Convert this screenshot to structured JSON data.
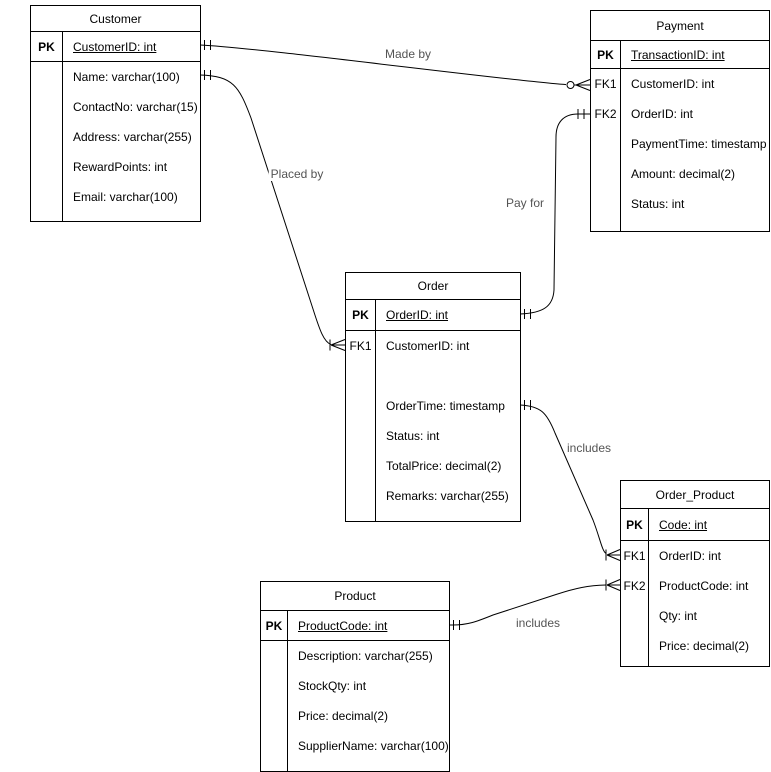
{
  "colors": {
    "background": "#ffffff",
    "entity_border": "#000000",
    "entity_fill": "#ffffff",
    "entity_text": "#000000",
    "edge_line": "#000000",
    "edge_label_text": "#545454"
  },
  "entities": {
    "customer": {
      "title": "Customer",
      "rows": [
        {
          "key": "PK",
          "label": "CustomerID: int"
        },
        {
          "key": "",
          "label": "Name: varchar(100)"
        },
        {
          "key": "",
          "label": "ContactNo: varchar(15)"
        },
        {
          "key": "",
          "label": "Address: varchar(255)"
        },
        {
          "key": "",
          "label": "RewardPoints: int"
        },
        {
          "key": "",
          "label": "Email: varchar(100)"
        }
      ]
    },
    "payment": {
      "title": "Payment",
      "rows": [
        {
          "key": "PK",
          "label": "TransactionID: int"
        },
        {
          "key": "FK1",
          "label": "CustomerID: int"
        },
        {
          "key": "FK2",
          "label": "OrderID: int"
        },
        {
          "key": "",
          "label": "PaymentTime: timestamp"
        },
        {
          "key": "",
          "label": "Amount: decimal(2)"
        },
        {
          "key": "",
          "label": "Status: int"
        }
      ]
    },
    "order": {
      "title": "Order",
      "rows": [
        {
          "key": "PK",
          "label": "OrderID: int"
        },
        {
          "key": "FK1",
          "label": "CustomerID: int"
        },
        {
          "key": "",
          "label": ""
        },
        {
          "key": "",
          "label": "OrderTime: timestamp"
        },
        {
          "key": "",
          "label": "Status: int"
        },
        {
          "key": "",
          "label": "TotalPrice: decimal(2)"
        },
        {
          "key": "",
          "label": "Remarks: varchar(255)"
        }
      ]
    },
    "order_product": {
      "title": "Order_Product",
      "rows": [
        {
          "key": "PK",
          "label": "Code: int"
        },
        {
          "key": "FK1",
          "label": "OrderID: int"
        },
        {
          "key": "FK2",
          "label": "ProductCode: int"
        },
        {
          "key": "",
          "label": "Qty: int"
        },
        {
          "key": "",
          "label": "Price: decimal(2)"
        }
      ]
    },
    "product": {
      "title": "Product",
      "rows": [
        {
          "key": "PK",
          "label": "ProductCode: int"
        },
        {
          "key": "",
          "label": "Description: varchar(255)"
        },
        {
          "key": "",
          "label": "StockQty: int"
        },
        {
          "key": "",
          "label": "Price: decimal(2)"
        },
        {
          "key": "",
          "label": "SupplierName: varchar(100)"
        }
      ]
    }
  },
  "relationships": [
    {
      "label": "Made by",
      "from_entity": "Customer",
      "to_entity": "Payment",
      "from_cardinality": "one-and-only-one",
      "to_cardinality": "zero-or-many"
    },
    {
      "label": "Placed by",
      "from_entity": "Customer",
      "to_entity": "Order",
      "from_cardinality": "one-and-only-one",
      "to_cardinality": "one-or-many"
    },
    {
      "label": "Pay for",
      "from_entity": "Order",
      "to_entity": "Payment",
      "from_cardinality": "one-and-only-one",
      "to_cardinality": "one-and-only-one"
    },
    {
      "label": "includes",
      "from_entity": "Order",
      "to_entity": "Order_Product",
      "from_cardinality": "one-and-only-one",
      "to_cardinality": "one-or-many"
    },
    {
      "label": "includes",
      "from_entity": "Product",
      "to_entity": "Order_Product",
      "from_cardinality": "one-and-only-one",
      "to_cardinality": "one-or-many"
    }
  ]
}
